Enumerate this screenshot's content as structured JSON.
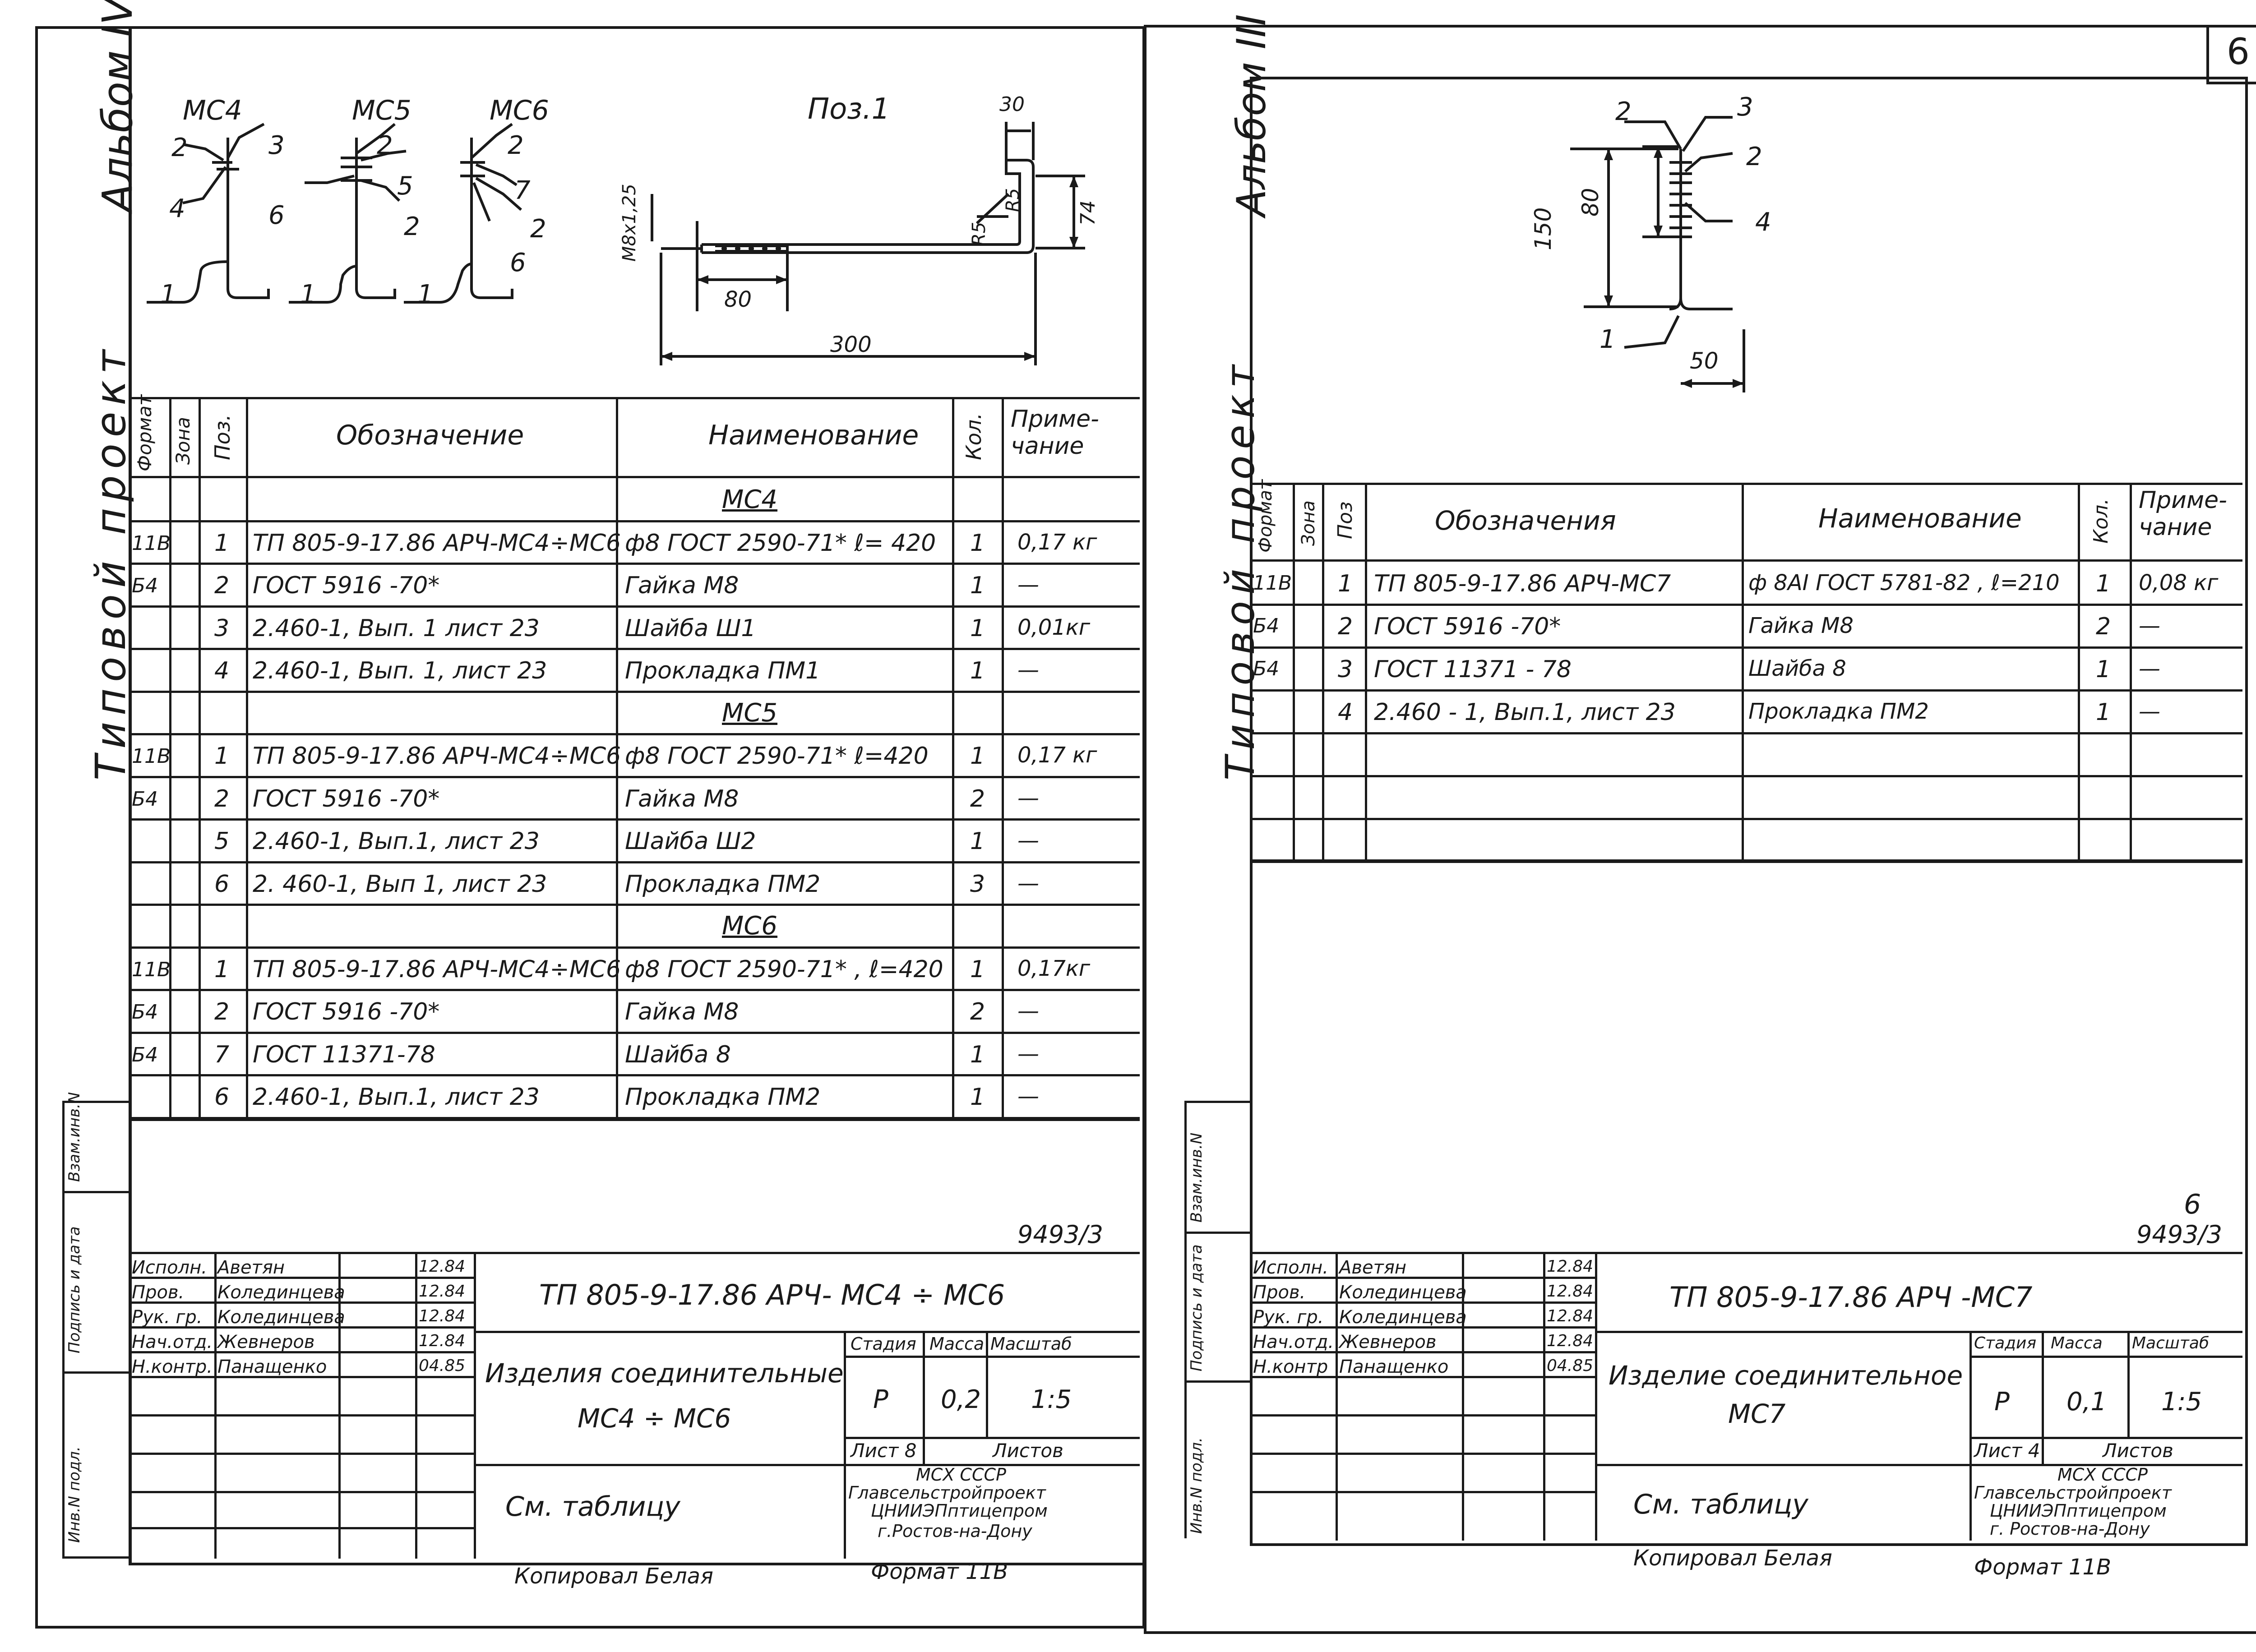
{
  "page_number": "6",
  "left_sheet": {
    "album_label": "Альбом IV",
    "project_label": "Типовой проект",
    "drawing": {
      "labels": [
        "МС4",
        "МС5",
        "МС6",
        "Поз.1"
      ],
      "callouts_ms4": [
        "2",
        "3",
        "4",
        "1"
      ],
      "callouts_ms5": [
        "2",
        "5",
        "6",
        "2",
        "1"
      ],
      "callouts_ms6": [
        "2",
        "7",
        "2",
        "6",
        "1"
      ],
      "dim_m8": "M8х1,25",
      "dim_30": "30",
      "dim_r5a": "R5",
      "dim_r5b": "R5",
      "dim_74": "74",
      "dim_80": "80",
      "dim_300": "300"
    },
    "table_headers": {
      "format": "Формат",
      "zone": "Зона",
      "pos": "Поз.",
      "designation": "Обозначение",
      "name": "Наименование",
      "qty": "Кол.",
      "note": "Приме-\nчание"
    },
    "sections": [
      {
        "title": "МС4",
        "rows": [
          {
            "f": "11В",
            "p": "1",
            "d": "ТП 805-9-17.86 АРЧ-МС4÷МС6",
            "n": "ф8 ГОСТ 2590-71* ℓ= 420",
            "q": "1",
            "note": "0,17 кг"
          },
          {
            "f": "Б4",
            "p": "2",
            "d": "ГОСТ 5916 -70*",
            "n": "Гайка  М8",
            "q": "1",
            "note": "—"
          },
          {
            "f": "",
            "p": "3",
            "d": "2.460-1, Вып. 1 лист 23",
            "n": "Шайба  Ш1",
            "q": "1",
            "note": "0,01кг"
          },
          {
            "f": "",
            "p": "4",
            "d": "2.460-1, Вып. 1, лист 23",
            "n": "Прокладка  ПМ1",
            "q": "1",
            "note": "—"
          }
        ]
      },
      {
        "title": "МС5",
        "rows": [
          {
            "f": "11В",
            "p": "1",
            "d": "ТП 805-9-17.86 АРЧ-МС4÷МС6",
            "n": "ф8 ГОСТ 2590-71* ℓ=420",
            "q": "1",
            "note": "0,17 кг"
          },
          {
            "f": "Б4",
            "p": "2",
            "d": "ГОСТ 5916 -70*",
            "n": "Гайка  М8",
            "q": "2",
            "note": "—"
          },
          {
            "f": "",
            "p": "5",
            "d": "2.460-1, Вып.1, лист 23",
            "n": "Шайба  Ш2",
            "q": "1",
            "note": "—"
          },
          {
            "f": "",
            "p": "6",
            "d": "2. 460-1, Вып 1, лист 23",
            "n": "Прокладка   ПМ2",
            "q": "3",
            "note": "—"
          }
        ]
      },
      {
        "title": "МС6",
        "rows": [
          {
            "f": "11В",
            "p": "1",
            "d": "ТП 805-9-17.86 АРЧ-МС4÷МС6",
            "n": "ф8 ГОСТ 2590-71* , ℓ=420",
            "q": "1",
            "note": "0,17кг"
          },
          {
            "f": "Б4",
            "p": "2",
            "d": "ГОСТ 5916 -70*",
            "n": "Гайка  М8",
            "q": "2",
            "note": "—"
          },
          {
            "f": "Б4",
            "p": "7",
            "d": "ГОСТ 11371-78",
            "n": "Шайба 8",
            "q": "1",
            "note": "—"
          },
          {
            "f": "",
            "p": "6",
            "d": "2.460-1, Вып.1, лист 23",
            "n": "Прокладка   ПМ2",
            "q": "1",
            "note": "—"
          }
        ]
      }
    ],
    "side_stamp": [
      "Взам.инв.N",
      "Подпись и дата",
      "Инв.N подл."
    ],
    "doc_number": "9493/3",
    "title_block": {
      "people": [
        {
          "role": "Исполн.",
          "name": "Аветян",
          "date": "12.84"
        },
        {
          "role": "Пров.",
          "name": "Колединцева",
          "date": "12.84"
        },
        {
          "role": "Рук. гр.",
          "name": "Колединцева",
          "date": "12.84"
        },
        {
          "role": "Нач.отд.",
          "name": "Жевнеров",
          "date": "12.84"
        },
        {
          "role": "Н.контр.",
          "name": "Панащенко",
          "date": "04.85"
        }
      ],
      "code": "ТП  805-9-17.86   АРЧ- МС4 ÷ МС6",
      "title_line1": "Изделия  соединительные",
      "title_line2": "МС4 ÷ МС6",
      "stage_label": "Стадия",
      "mass_label": "Масса",
      "scale_label": "Масштаб",
      "stage": "Р",
      "mass": "0,2",
      "scale": "1:5",
      "sheet": "Лист 8",
      "sheets": "Листов",
      "material": "См.  таблицу",
      "org": [
        "МСХ  СССР",
        "Главсельстройпроект",
        "ЦНИИЭПптицепром",
        "г.Ростов-на-Дону"
      ],
      "copied": "Копировал   Белая",
      "format": "Формат 11В"
    }
  },
  "right_sheet": {
    "album_label": "Альбом III",
    "project_label": "Типовой проект",
    "drawing": {
      "callouts": [
        "2",
        "3",
        "2",
        "4",
        "1"
      ],
      "dim_150": "150",
      "dim_80": "80",
      "dim_50": "50"
    },
    "table_headers": {
      "format": "Формат",
      "zone": "Зона",
      "pos": "Поз",
      "designation": "Обозначения",
      "name": "Наименование",
      "qty": "Кол.",
      "note": "Приме-\nчание"
    },
    "rows": [
      {
        "f": "11В",
        "p": "1",
        "d": "ТП 805-9-17.86 АРЧ-МС7",
        "n": "ф 8АI ГОСТ 5781-82 , ℓ=210",
        "q": "1",
        "note": "0,08 кг"
      },
      {
        "f": "Б4",
        "p": "2",
        "d": "ГОСТ 5916 -70*",
        "n": "Гайка  М8",
        "q": "2",
        "note": "—"
      },
      {
        "f": "Б4",
        "p": "3",
        "d": "ГОСТ 11371 - 78",
        "n": "Шайба 8",
        "q": "1",
        "note": "—"
      },
      {
        "f": "",
        "p": "4",
        "d": "2.460 - 1, Вып.1, лист 23",
        "n": "Прокладка  ПМ2",
        "q": "1",
        "note": "—"
      }
    ],
    "side_stamp": [
      "Взам.инв.N",
      "Подпись и дата",
      "Инв.N подл."
    ],
    "sheet_mark": "6",
    "doc_number": "9493/3",
    "title_block": {
      "people": [
        {
          "role": "Исполн.",
          "name": "Аветян",
          "date": "12.84"
        },
        {
          "role": "Пров.",
          "name": "Колединцева",
          "date": "12.84"
        },
        {
          "role": "Рук. гр.",
          "name": "Колединцева",
          "date": "12.84"
        },
        {
          "role": "Нач.отд.",
          "name": "Жевнеров",
          "date": "12.84"
        },
        {
          "role": "Н.контр",
          "name": "Панащенко",
          "date": "04.85"
        }
      ],
      "code": "ТП  805-9-17.86     АРЧ -МС7",
      "title_line1": "Изделие  соединительное",
      "title_line2": "МС7",
      "stage_label": "Стадия",
      "mass_label": "Масса",
      "scale_label": "Масштаб",
      "stage": "Р",
      "mass": "0,1",
      "scale": "1:5",
      "sheet": "Лист 4",
      "sheets": "Листов",
      "material": "См.  таблицу",
      "org": [
        "МСХ  СССР",
        "Главсельстройпроект",
        "ЦНИИЭПптицепром",
        "г. Ростов-на-Дону"
      ],
      "copied": "Копировал  Белая",
      "format": "Формат 11В"
    }
  }
}
